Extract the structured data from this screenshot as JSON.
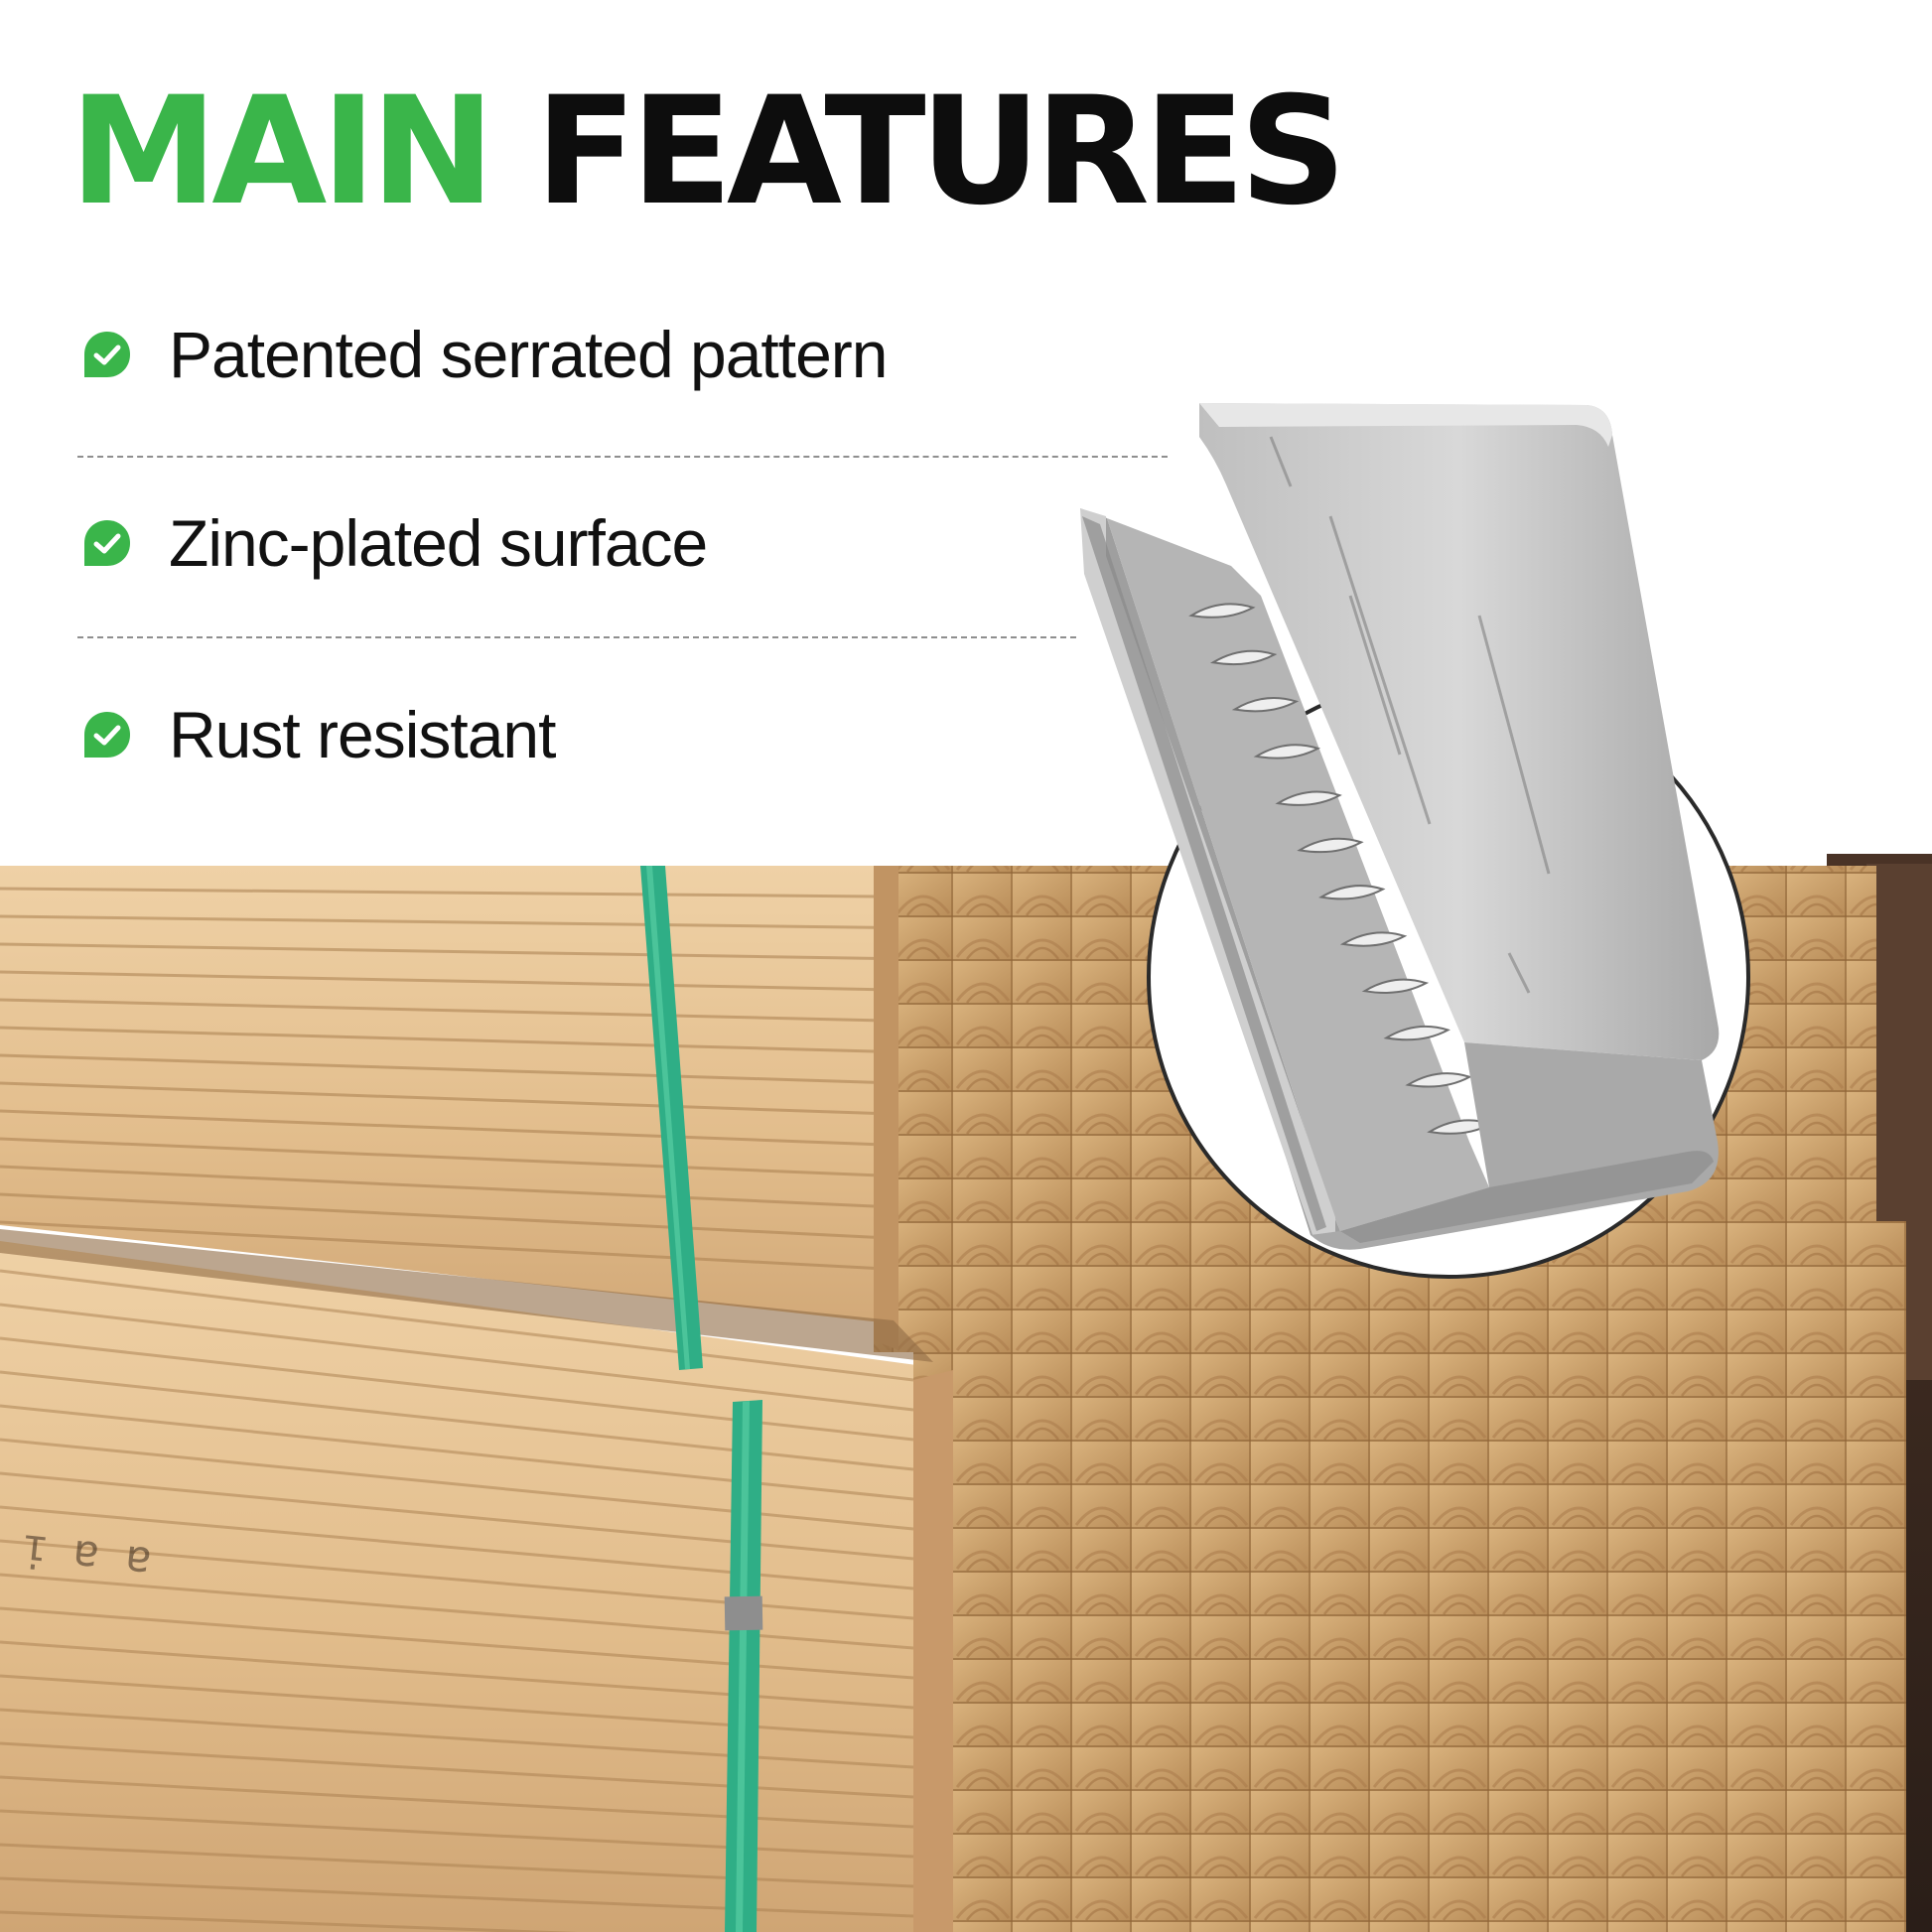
{
  "headline": {
    "word_accent": "MAIN",
    "word_main": "FEATURES"
  },
  "features": [
    {
      "label": "Patented serrated pattern",
      "icon": "check-badge-icon"
    },
    {
      "label": "Zinc-plated surface",
      "icon": "check-badge-icon"
    },
    {
      "label": "Rust resistant",
      "icon": "check-badge-icon"
    }
  ],
  "colors": {
    "accent_green": "#3ab54a",
    "headline_black": "#0d0d0d",
    "strap_teal": "#2fae86",
    "wood_light": "#e6c497",
    "wood_mid": "#d2a977",
    "wood_dark": "#b48957",
    "steel": "#c9c9c9"
  }
}
